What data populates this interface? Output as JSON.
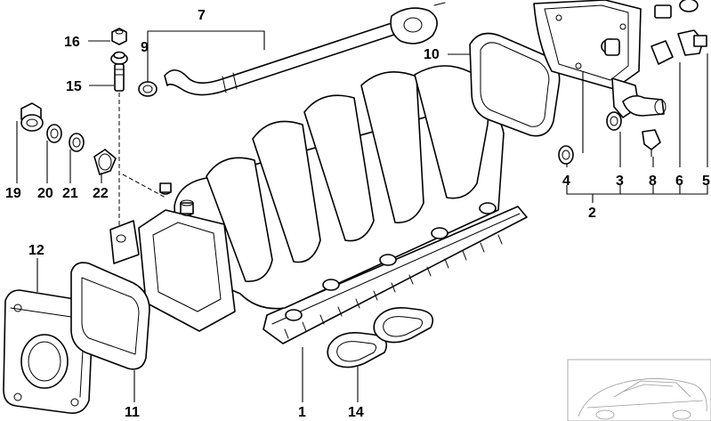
{
  "labels": {
    "l1": "1",
    "l2": "2",
    "l3": "3",
    "l4": "4",
    "l5": "5",
    "l6": "6",
    "l7": "7",
    "l8": "8",
    "l9": "9",
    "l10": "10",
    "l11": "11",
    "l12": "12",
    "l14": "14",
    "l15": "15",
    "l16": "16",
    "l19": "19",
    "l20": "20",
    "l21": "21",
    "l22": "22"
  }
}
